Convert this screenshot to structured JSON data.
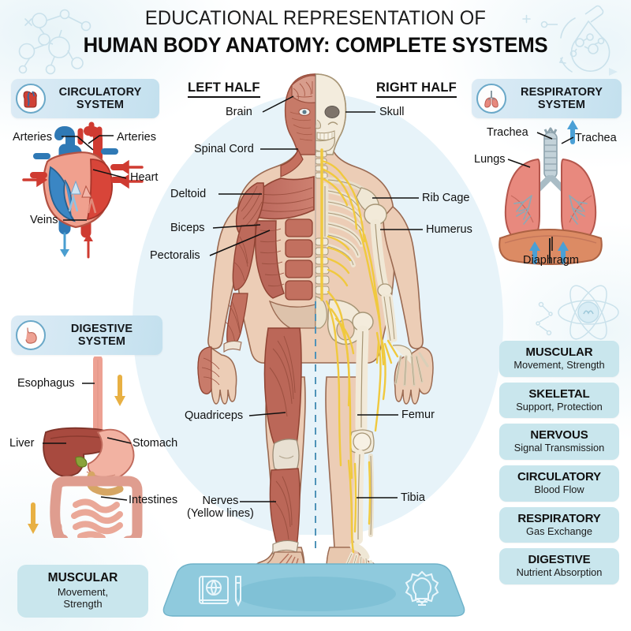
{
  "header": {
    "line1": "EDUCATIONAL REPRESENTATION OF",
    "line2": "HUMAN BODY ANATOMY: COMPLETE SYSTEMS"
  },
  "colors": {
    "page_background": "#ffffff",
    "badge_background": "#cfe6f2",
    "legend_card_background": "#c9e6ed",
    "body_backdrop": "#e3f1f8",
    "platform": "#8ecadd",
    "muscle_red": "#c06b5a",
    "bone_white": "#f2ece1",
    "nerve_yellow": "#f2cf52",
    "artery_red": "#d83a31",
    "vein_blue": "#2f79b5",
    "deco_stroke": "#c4dee9"
  },
  "badges": [
    {
      "id": "circulatory",
      "title": "CIRCULATORY SYSTEM",
      "icon": "heart-icon"
    },
    {
      "id": "respiratory",
      "title": "RESPIRATORY SYSTEM",
      "icon": "lungs-icon"
    },
    {
      "id": "digestive",
      "title": "DIGESTIVE SYSTEM",
      "icon": "stomach-icon"
    }
  ],
  "half_titles": {
    "left": "LEFT HALF",
    "right": "RIGHT HALF"
  },
  "circulatory_labels": {
    "arteries_left": "Arteries",
    "arteries_right": "Arteries",
    "heart": "Heart",
    "veins": "Veins"
  },
  "respiratory_labels": {
    "trachea_left": "Trachea",
    "trachea_right": "Trachea",
    "lungs": "Lungs",
    "diaphragm": "Diaphragm"
  },
  "digestive_labels": {
    "esophagus": "Esophagus",
    "liver": "Liver",
    "stomach": "Stomach",
    "intestines": "Intestines"
  },
  "body_labels_left": [
    {
      "id": "brain",
      "text": "Brain"
    },
    {
      "id": "spinal-cord",
      "text": "Spinal Cord"
    },
    {
      "id": "deltoid",
      "text": "Deltoid"
    },
    {
      "id": "biceps",
      "text": "Biceps"
    },
    {
      "id": "pectoralis",
      "text": "Pectoralis"
    },
    {
      "id": "quadriceps",
      "text": "Quadriceps"
    }
  ],
  "body_labels_right": [
    {
      "id": "skull",
      "text": "Skull"
    },
    {
      "id": "rib-cage",
      "text": "Rib Cage"
    },
    {
      "id": "humerus",
      "text": "Humerus"
    },
    {
      "id": "femur",
      "text": "Femur"
    },
    {
      "id": "tibia",
      "text": "Tibia"
    }
  ],
  "nerves_label": {
    "line1": "Nerves",
    "line2": "(Yellow lines)"
  },
  "legend_cards": [
    {
      "name": "MUSCULAR",
      "desc": "Movement, Strength"
    },
    {
      "name": "SKELETAL",
      "desc": "Support, Protection"
    },
    {
      "name": "NERVOUS",
      "desc": "Signal Transmission"
    },
    {
      "name": "CIRCULATORY",
      "desc": "Blood Flow"
    },
    {
      "name": "RESPIRATORY",
      "desc": "Gas Exchange"
    },
    {
      "name": "DIGESTIVE",
      "desc": "Nutrient Absorption"
    }
  ],
  "muscular_card": {
    "name": "MUSCULAR",
    "desc_line1": "Movement,",
    "desc_line2": "Strength"
  },
  "platform_icons": [
    {
      "id": "book-globe-icon",
      "name": "book-globe-icon"
    },
    {
      "id": "gear-bulb-icon",
      "name": "gear-bulb-icon"
    }
  ],
  "decorations": [
    {
      "id": "molecule-network-icon",
      "position": "top-left"
    },
    {
      "id": "flask-molecule-icon",
      "position": "top-right"
    },
    {
      "id": "atom-icon",
      "position": "middle-right"
    }
  ]
}
